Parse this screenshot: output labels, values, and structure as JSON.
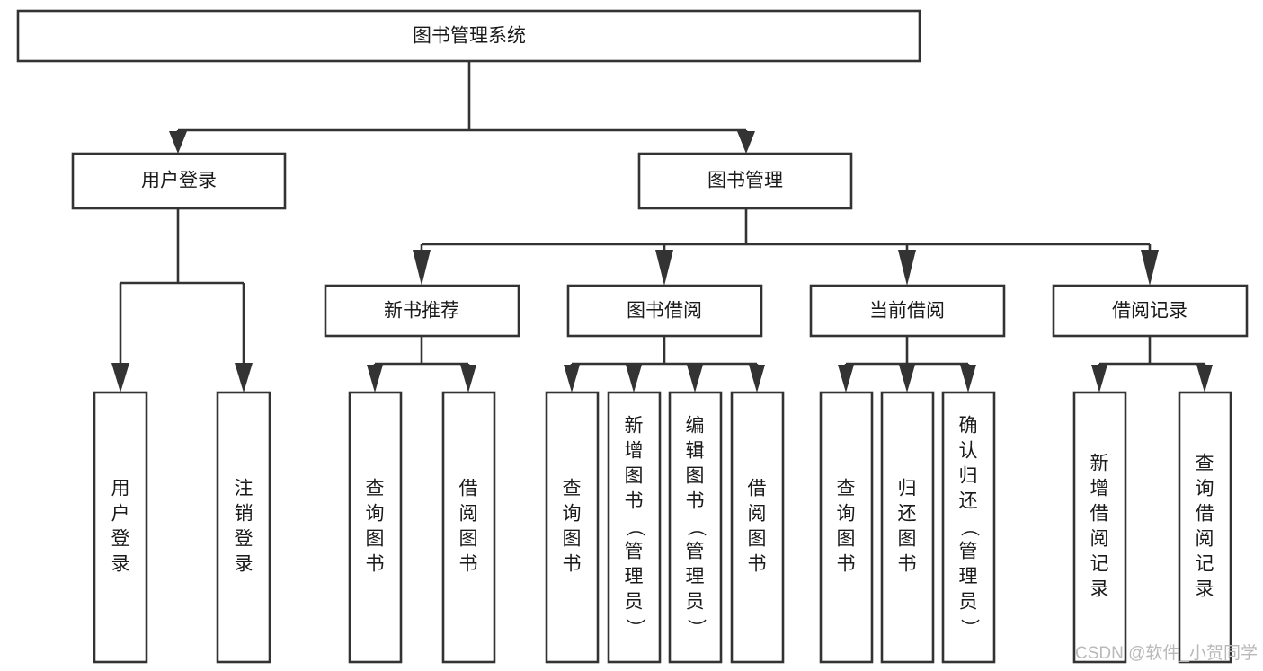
{
  "diagram": {
    "type": "tree-hierarchy",
    "title": "图书管理系统",
    "orientation": "top-down",
    "colors": {
      "stroke": "#333333",
      "box_fill": "#ffffff",
      "text": "#1a1a1a",
      "background": "#ffffff",
      "watermark": "#b9b9b9"
    },
    "nodes": {
      "root": {
        "label": "图书管理系统",
        "level": 0,
        "text_orientation": "horizontal"
      },
      "l1": [
        {
          "id": "user-login",
          "label": "用户登录",
          "level": 1,
          "text_orientation": "horizontal"
        },
        {
          "id": "book-management",
          "label": "图书管理",
          "level": 1,
          "text_orientation": "horizontal"
        }
      ],
      "l2": [
        {
          "id": "new-book-recommend",
          "label": "新书推荐",
          "level": 2,
          "parent": "book-management",
          "text_orientation": "horizontal"
        },
        {
          "id": "book-borrow",
          "label": "图书借阅",
          "level": 2,
          "parent": "book-management",
          "text_orientation": "horizontal"
        },
        {
          "id": "current-borrow",
          "label": "当前借阅",
          "level": 2,
          "parent": "book-management",
          "text_orientation": "horizontal"
        },
        {
          "id": "borrow-record",
          "label": "借阅记录",
          "level": 2,
          "parent": "book-management",
          "text_orientation": "horizontal"
        }
      ],
      "leaves": [
        {
          "id": "leaf-user-login",
          "label": "用户登录",
          "parent": "user-login",
          "text_orientation": "vertical"
        },
        {
          "id": "leaf-user-logout",
          "label": "注销登录",
          "parent": "user-login",
          "text_orientation": "vertical"
        },
        {
          "id": "leaf-query-book-1",
          "label": "查询图书",
          "parent": "new-book-recommend",
          "text_orientation": "vertical"
        },
        {
          "id": "leaf-borrow-book-1",
          "label": "借阅图书",
          "parent": "new-book-recommend",
          "text_orientation": "vertical"
        },
        {
          "id": "leaf-query-book-2",
          "label": "查询图书",
          "parent": "book-borrow",
          "text_orientation": "vertical"
        },
        {
          "id": "leaf-add-book-admin",
          "label": "新增图书（管理员）",
          "parent": "book-borrow",
          "text_orientation": "vertical"
        },
        {
          "id": "leaf-edit-book-admin",
          "label": "编辑图书（管理员）",
          "parent": "book-borrow",
          "text_orientation": "vertical"
        },
        {
          "id": "leaf-borrow-book-2",
          "label": "借阅图书",
          "parent": "book-borrow",
          "text_orientation": "vertical"
        },
        {
          "id": "leaf-query-book-3",
          "label": "查询图书",
          "parent": "current-borrow",
          "text_orientation": "vertical"
        },
        {
          "id": "leaf-return-book",
          "label": "归还图书",
          "parent": "current-borrow",
          "text_orientation": "vertical"
        },
        {
          "id": "leaf-confirm-return-admin",
          "label": "确认归还（管理员）",
          "parent": "current-borrow",
          "text_orientation": "vertical"
        },
        {
          "id": "leaf-add-borrow-record",
          "label": "新增借阅记录",
          "parent": "borrow-record",
          "text_orientation": "vertical"
        },
        {
          "id": "leaf-query-borrow-record",
          "label": "查询借阅记录",
          "parent": "borrow-record",
          "text_orientation": "vertical"
        }
      ]
    },
    "watermark": "CSDN @软件_小贺同学"
  }
}
